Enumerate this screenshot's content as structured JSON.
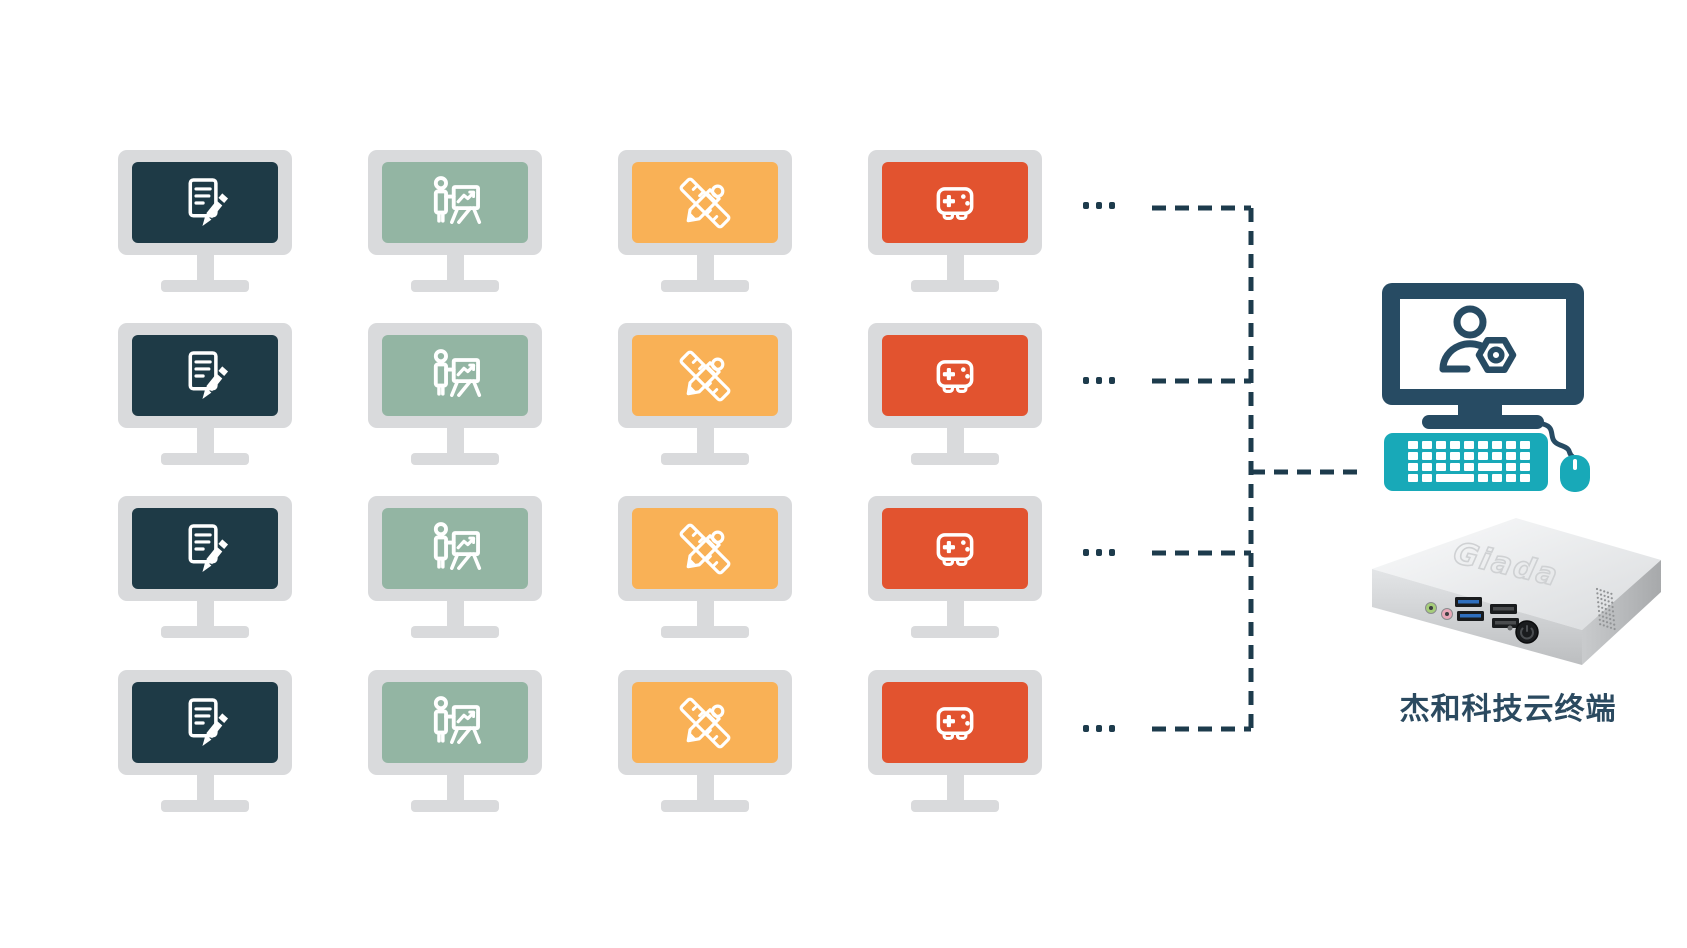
{
  "diagram": {
    "terminal_label": "杰和科技云终端",
    "device_logo": "Giada",
    "ellipsis_dots_per_row": 3,
    "connector_rows": 4
  },
  "monitor_grid": {
    "rows": 4,
    "columns": [
      {
        "name": "office-document",
        "icon": "document-pencil-icon",
        "screen_color": "#1e3a46"
      },
      {
        "name": "presentation",
        "icon": "presenter-chart-icon",
        "screen_color": "#93b5a3"
      },
      {
        "name": "design",
        "icon": "ruler-pencil-icon",
        "screen_color": "#f9b156"
      },
      {
        "name": "gaming",
        "icon": "game-controller-icon",
        "screen_color": "#e2532f"
      }
    ]
  },
  "colors": {
    "monitor_bezel_gray": "#d9dadc",
    "connector_line_navy": "#1d3b4c",
    "admin_monitor_navy": "#274b63",
    "keyboard_mouse_teal": "#18a9b8",
    "label_text_navy": "#2b4a60",
    "device_silver_top": "#eef0f1",
    "device_silver_front": "#cfd1d3",
    "device_silver_side": "#b3b5b7"
  }
}
